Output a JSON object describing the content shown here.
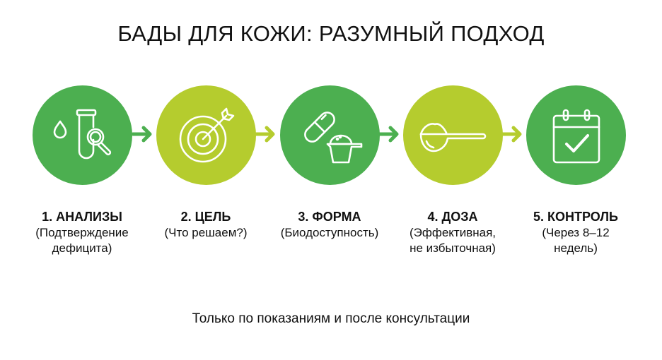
{
  "title": "БАДЫ ДЛЯ КОЖИ: РАЗУМНЫЙ ПОДХОД",
  "colors": {
    "dark_green": "#4caf50",
    "lime_green": "#b5cc2e",
    "icon_stroke": "#ffffff"
  },
  "steps": [
    {
      "number": 1,
      "heading": "1. АНАЛИЗЫ",
      "subtitle": "(Подтверждение\nдефицита)",
      "icon": "test-tube-magnifier-icon",
      "color": "dark_green"
    },
    {
      "number": 2,
      "heading": "2. ЦЕЛЬ",
      "subtitle": "(Что решаем?)",
      "icon": "target-arrow-icon",
      "color": "lime_green"
    },
    {
      "number": 3,
      "heading": "3. ФОРМА",
      "subtitle": "(Биодоступность)",
      "icon": "capsule-scoop-icon",
      "color": "dark_green"
    },
    {
      "number": 4,
      "heading": "4. ДОЗА",
      "subtitle": "(Эффективная,\nне избыточная)",
      "icon": "measuring-spoon-icon",
      "color": "lime_green"
    },
    {
      "number": 5,
      "heading": "5. КОНТРОЛЬ",
      "subtitle": "(Через 8–12\nнедель)",
      "icon": "calendar-check-icon",
      "color": "dark_green"
    }
  ],
  "footer": "Только по показаниям и после консультации"
}
